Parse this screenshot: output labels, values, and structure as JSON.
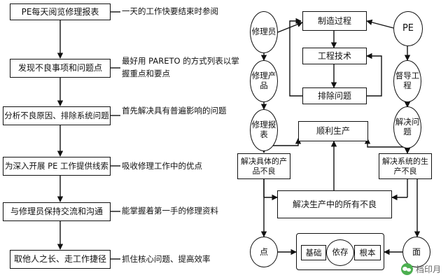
{
  "left_flow": {
    "steps": [
      "PE每天阅览修理报表",
      "发现不良事项和问题点",
      "分析不良原因、排除系统问题",
      "为深入开展 PE 工作提供线索",
      "与修理员保持交流和沟通",
      "取他人之长、走工作捷径"
    ],
    "notes": [
      "一天的工作快要结束时参阅",
      "最好用 PARETO 的方式列表以掌握重点和要点",
      "首先解决具有普遍影响的问题",
      "吸收修理工作中的优点",
      "能掌握着第一手的修理资料",
      "抓住核心问题、提高效率"
    ]
  },
  "right_diagram": {
    "left_ovals": [
      "修理员",
      "修理产品",
      "修理报表"
    ],
    "right_ovals": [
      "PE",
      "督导工程",
      "解决问题"
    ],
    "center_boxes": [
      "制造过程",
      "工程技术",
      "排除问题",
      "顺利生产"
    ],
    "left_solve": "解决具体的产品不良",
    "right_solve": "解决系统的生产不良",
    "all_defects": "解决生产中的所有不良",
    "point": "点",
    "surface": "面",
    "foundation": "基础",
    "depend": "依存",
    "root": "根本"
  },
  "watermark": "档印月"
}
